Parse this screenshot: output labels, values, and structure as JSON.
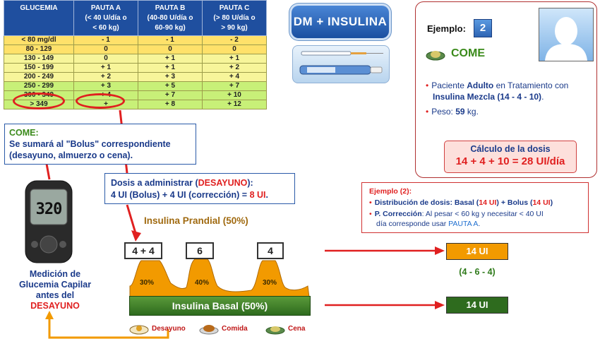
{
  "table": {
    "headers": [
      {
        "title": "GLUCEMIA",
        "sub1": "",
        "sub2": ""
      },
      {
        "title": "PAUTA A",
        "sub1": "(< 40 U/día o",
        "sub2": "< 60 kg)"
      },
      {
        "title": "PAUTA B",
        "sub1": "(40-80 U/día o",
        "sub2": "60-90 kg)"
      },
      {
        "title": "PAUTA C",
        "sub1": "(> 80 U/día o",
        "sub2": "> 90 kg)"
      }
    ],
    "rows": [
      [
        "< 80 mg/dl",
        "- 1",
        "- 1",
        "- 2"
      ],
      [
        "80 - 129",
        "0",
        "0",
        "0"
      ],
      [
        "130 - 149",
        "0",
        "+ 1",
        "+ 1"
      ],
      [
        "150 - 199",
        "+ 1",
        "+ 1",
        "+ 2"
      ],
      [
        "200 - 249",
        "+ 2",
        "+ 3",
        "+ 4"
      ],
      [
        "250 - 299",
        "+ 3",
        "+ 5",
        "+ 7"
      ],
      [
        "300 - 349",
        "+ 4",
        "+ 7",
        "+ 10"
      ],
      [
        "> 349",
        "+",
        "+ 8",
        "+ 12"
      ]
    ]
  },
  "come_box": {
    "title": "COME:",
    "line1": "Se sumará al \"Bolus\" correspondiente",
    "line2": "(desayuno, almuerzo o cena)."
  },
  "dose_box": {
    "line1_a": "Dosis a administrar (",
    "line1_b": "DESAYUNO",
    "line1_c": "):",
    "line2_a": "4 UI (Bolus) + 4 UI (corrección) = ",
    "line2_b": "8 UI",
    "line2_c": "."
  },
  "badge": {
    "text": "DM + INSULINA"
  },
  "example": {
    "label": "Ejemplo:",
    "number": "2",
    "come": "COME",
    "bullet1_a": "Paciente ",
    "bullet1_b": "Adulto",
    "bullet1_c": " en Tratamiento con",
    "bullet1_d": "Insulina Mezcla (14 - 4 - 10)",
    "bullet1_e": ".",
    "bullet2_a": "Peso: ",
    "bullet2_b": "59",
    "bullet2_c": " kg.",
    "calc_title": "Cálculo de la dosis",
    "calc_value": "14 + 4 + 10 = 28 UI/día"
  },
  "example2": {
    "title": "Ejemplo (2):",
    "b1_a": "Distribución de dosis: Basal (",
    "b1_b": "14 UI",
    "b1_c": ") + Bolus (",
    "b1_d": "14 UI",
    "b1_e": ")",
    "b2_a": "P. Corrección",
    "b2_b": ": Al pesar < 60 kg y necesitar < 40 UI",
    "b2_c": "día corresponde usar ",
    "b2_d": "PAUTA A",
    "b2_e": "."
  },
  "meter": {
    "reading": "320",
    "caption1": "Medición de",
    "caption2": "Glucemia Capilar",
    "caption3_a": "antes del ",
    "caption3_b": "DESAYUNO"
  },
  "graph": {
    "prandial_label": "Insulina Prandial (50%)",
    "basal_label": "Insulina Basal (50%)",
    "doses": [
      "4 + 4",
      "6",
      "4"
    ],
    "peak_pcts": [
      "30%",
      "40%",
      "30%"
    ],
    "prandial_total": "14 UI",
    "prandial_split": "(4 - 6 - 4)",
    "basal_total": "14 UI"
  },
  "meals": [
    "Desayuno",
    "Comida",
    "Cena"
  ],
  "colors": {
    "accent_blue": "#1f4f9f",
    "red": "#e02020",
    "green": "#3a8a1a",
    "orange": "#f29a00",
    "basal_green": "#2e6b1e"
  }
}
